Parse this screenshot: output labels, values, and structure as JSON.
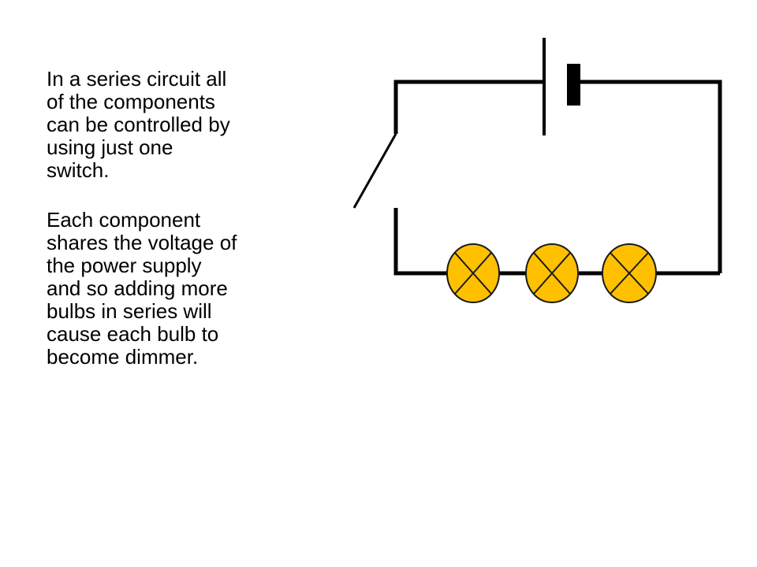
{
  "slide": {
    "paragraphs": [
      "In a series circuit all\nof the components\ncan be controlled by\nusing just one\nswitch.",
      "Each component\nshares the voltage of\nthe power supply\nand so adding more\nbulbs in series will\ncause each bulb to\nbecome dimmer."
    ]
  },
  "diagram": {
    "components": [
      "cell",
      "switch",
      "bulb",
      "bulb",
      "bulb"
    ],
    "switch_state": "open",
    "colors": {
      "wire": "#000000",
      "bulb_fill": "#FFC000",
      "bulb_outline": "#1a1a1a"
    }
  }
}
